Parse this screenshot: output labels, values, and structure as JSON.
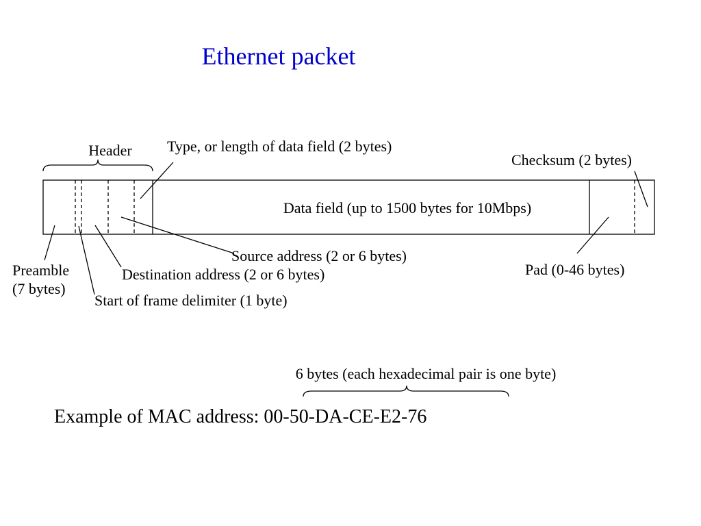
{
  "title": "Ethernet packet",
  "colors": {
    "title": "#0000cc",
    "ink": "#000000",
    "background": "#ffffff"
  },
  "packet": {
    "header_label": "Header",
    "type_label": "Type, or length of data field (2 bytes)",
    "checksum_label": "Checksum (2 bytes)",
    "data_field_label": "Data field (up to 1500 bytes for 10Mbps)",
    "source_label": "Source address (2 or 6 bytes)",
    "destination_label": "Destination address (2 or 6 bytes)",
    "preamble_label_line1": "Preamble",
    "preamble_label_line2": "(7 bytes)",
    "sfd_label": "Start of frame delimiter (1 byte)",
    "pad_label": "Pad (0-46 bytes)"
  },
  "mac_example": {
    "bytes_note": "6 bytes (each hexadecimal pair is one byte)",
    "label": "Example of MAC address: 00-50-DA-CE-E2-76"
  }
}
